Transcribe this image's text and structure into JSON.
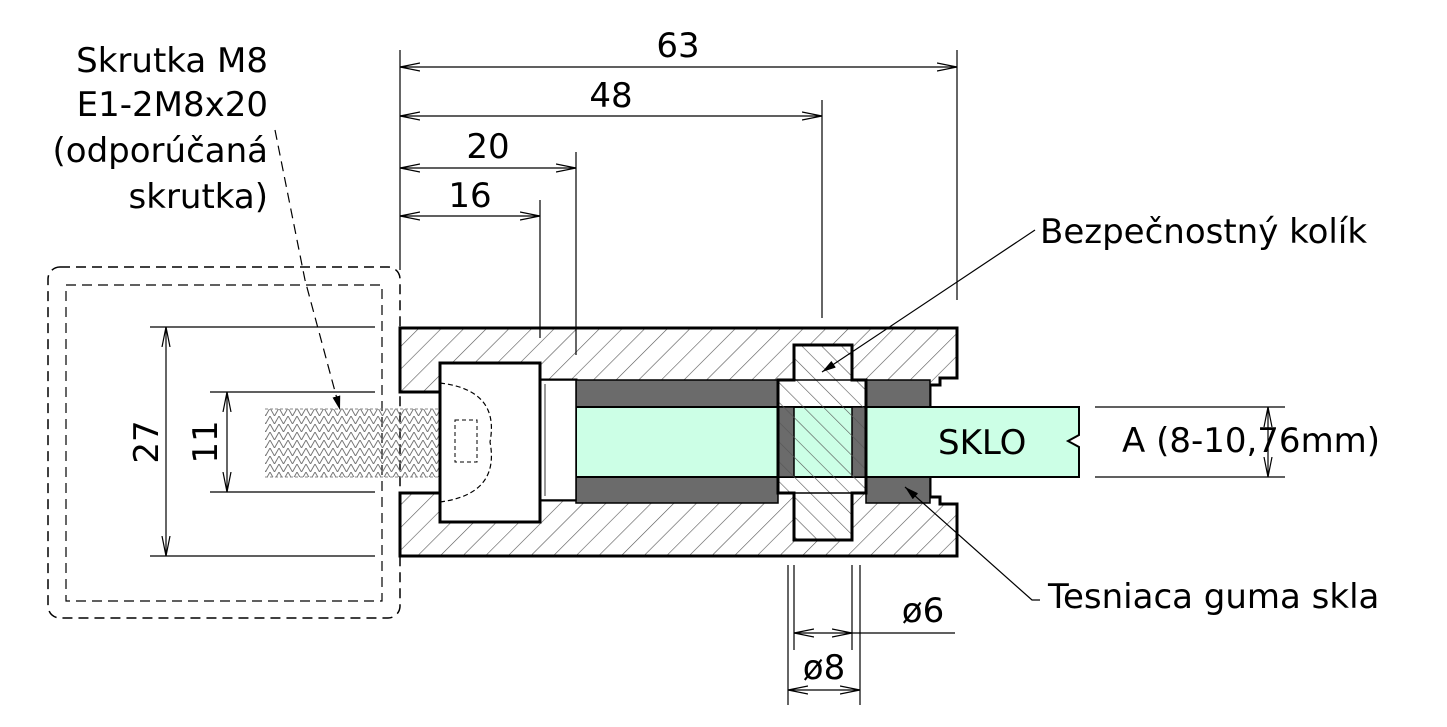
{
  "labels": {
    "screw_line1": "Skrutka M8",
    "screw_line2": "E1-2M8x20",
    "screw_line3": "(odporúčaná",
    "screw_line4": "skrutka)",
    "safety_pin": "Bezpečnostný kolík",
    "glass": "SKLO",
    "glass_thickness": "A (8-10,76mm)",
    "gasket": "Tesniaca guma skla"
  },
  "dimensions": {
    "d63": "63",
    "d48": "48",
    "d20": "20",
    "d16": "16",
    "d27": "27",
    "d11": "11",
    "phi6": "ø6",
    "phi8": "ø8"
  },
  "colors": {
    "glass": "#ccffe6",
    "gasket": "#6b6b6b",
    "outline": "#000000",
    "hatch": "#555555"
  }
}
